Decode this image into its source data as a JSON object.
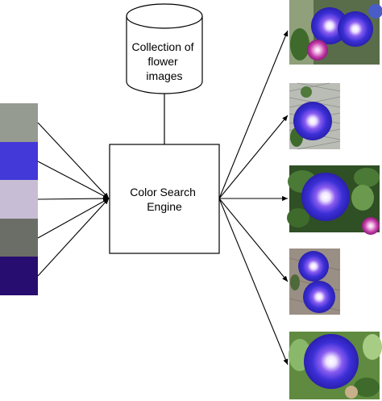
{
  "database": {
    "lines": [
      "Collection of",
      "flower",
      "images"
    ]
  },
  "engine": {
    "lines": [
      "Color Search",
      "Engine"
    ]
  },
  "query_swatches": [
    {
      "color": "#959b91"
    },
    {
      "color": "#4338d8"
    },
    {
      "color": "#c7bdd4"
    },
    {
      "color": "#6b6e66"
    },
    {
      "color": "#280d70"
    }
  ],
  "result_images": [
    {
      "icon": "morning-glory-cluster-photo"
    },
    {
      "icon": "morning-glory-on-fence-photo"
    },
    {
      "icon": "morning-glory-leaves-photo"
    },
    {
      "icon": "morning-glory-pair-photo"
    },
    {
      "icon": "morning-glory-closeup-photo"
    }
  ],
  "colors": {
    "flower_blue": "#3b2fd6",
    "flower_center": "#f2eaff",
    "flower_pink": "#c23aa8",
    "leaf_green": "#3e6a2c",
    "fence_gray": "#b9bdb6"
  }
}
